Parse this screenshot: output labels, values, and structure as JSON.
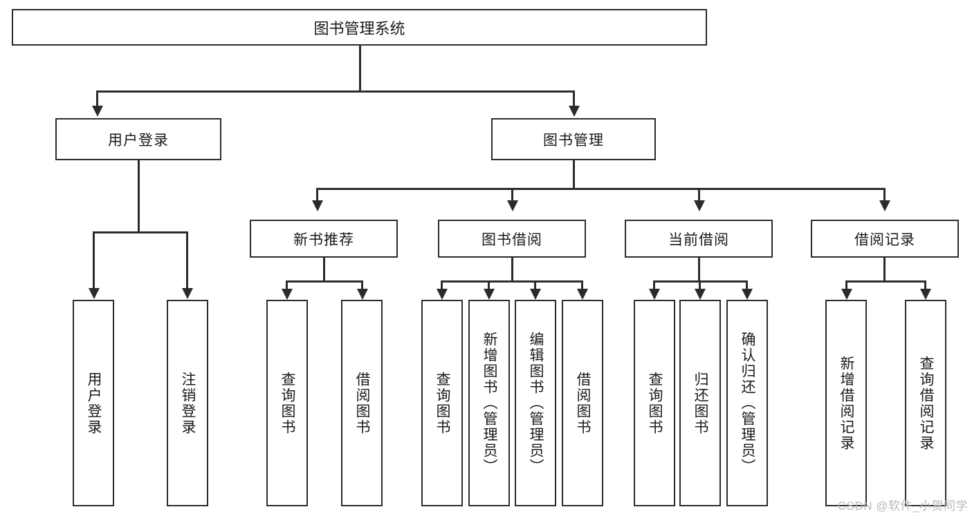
{
  "diagram": {
    "title": "图书管理系统",
    "type": "tree",
    "root": {
      "label": "图书管理系统"
    },
    "level2": [
      {
        "label": "用户登录"
      },
      {
        "label": "图书管理"
      }
    ],
    "level3": [
      {
        "label": "新书推荐"
      },
      {
        "label": "图书借阅"
      },
      {
        "label": "当前借阅"
      },
      {
        "label": "借阅记录"
      }
    ],
    "leaves": {
      "user_login": [
        {
          "label": "用户登录"
        },
        {
          "label": "注销登录"
        }
      ],
      "new_book_recommend": [
        {
          "label": "查询图书"
        },
        {
          "label": "借阅图书"
        }
      ],
      "book_borrow": [
        {
          "label": "查询图书"
        },
        {
          "label": "新增图书（管理员）"
        },
        {
          "label": "编辑图书（管理员）"
        },
        {
          "label": "借阅图书"
        }
      ],
      "current_borrow": [
        {
          "label": "查询图书"
        },
        {
          "label": "归还图书"
        },
        {
          "label": "确认归还（管理员）"
        }
      ],
      "borrow_record": [
        {
          "label": "新增借阅记录"
        },
        {
          "label": "查询借阅记录"
        }
      ]
    }
  },
  "watermark": {
    "text": "CSDN @软件_小贺同学"
  },
  "colors": {
    "stroke": "#2b2b2b",
    "background": "#ffffff",
    "text": "#1a1a1a",
    "watermark": "#b9b9b9"
  }
}
